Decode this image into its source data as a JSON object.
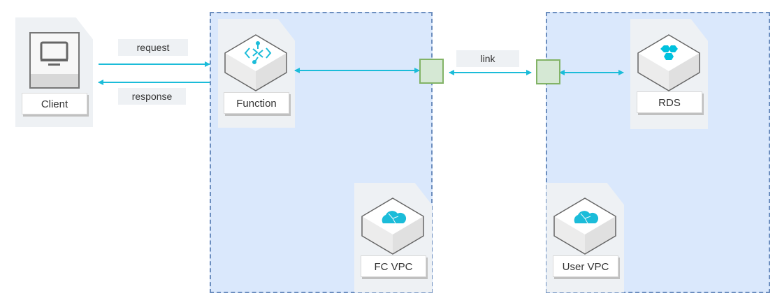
{
  "diagram": {
    "regions": [
      {
        "id": "fc-vpc-region",
        "label": "FC VPC"
      },
      {
        "id": "user-vpc-region",
        "label": "User VPC"
      }
    ],
    "nodes": {
      "client": {
        "label": "Client",
        "icon": "monitor-icon"
      },
      "function": {
        "label": "Function",
        "icon": "function-code-icon"
      },
      "rds": {
        "label": "RDS",
        "icon": "rds-database-icon"
      },
      "fc_vpc": {
        "label": "FC VPC",
        "icon": "vpc-cloud-icon"
      },
      "user_vpc": {
        "label": "User VPC",
        "icon": "vpc-cloud-icon"
      }
    },
    "edges": {
      "request": {
        "label": "request",
        "from": "Client",
        "to": "Function"
      },
      "response": {
        "label": "response",
        "from": "Function",
        "to": "Client"
      },
      "function_port": {
        "label": "",
        "from": "Function",
        "to": "FC VPC port",
        "bidirectional": true
      },
      "link": {
        "label": "link",
        "from": "FC VPC port",
        "to": "User VPC port",
        "bidirectional": true
      },
      "rds_port": {
        "label": "",
        "from": "User VPC port",
        "to": "RDS",
        "bidirectional": true
      }
    },
    "colors": {
      "arrow": "#1bbcd9",
      "region_fill": "#dae8fc",
      "region_border": "#6c8ebf",
      "port_fill": "#d5e8d4",
      "port_border": "#82b366",
      "icon_accent": "#00c1de"
    }
  }
}
